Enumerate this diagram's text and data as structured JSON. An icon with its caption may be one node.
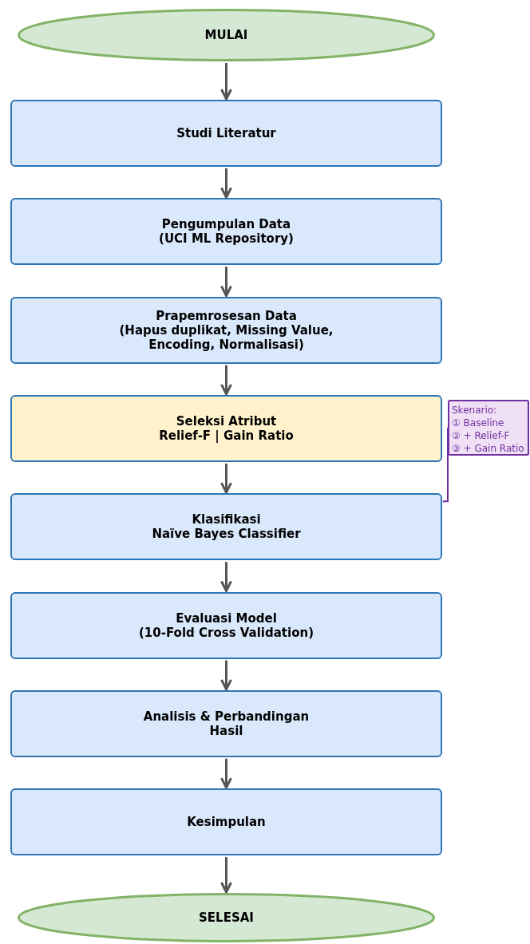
{
  "diagram": {
    "nodes": [
      {
        "text": [
          "MULAI"
        ]
      },
      {
        "text": [
          "Studi Literatur"
        ]
      },
      {
        "text": [
          "Pengumpulan Data",
          "(UCI ML Repository)"
        ]
      },
      {
        "text": [
          "Prapemrosesan Data",
          "(Hapus duplikat, Missing Value, Encoding, Normalisasi)"
        ]
      },
      {
        "text": [
          "Seleksi Atribut",
          "Relief-F | Gain Ratio"
        ]
      },
      {
        "text": [
          "Klasifikasi",
          "Naïve Bayes Classifier"
        ]
      },
      {
        "text": [
          "Evaluasi Model",
          "(10-Fold Cross Validation)"
        ]
      },
      {
        "text": [
          "Analisis & Perbandingan Hasil"
        ]
      },
      {
        "text": [
          "Kesimpulan"
        ]
      },
      {
        "text": [
          "SELESAI"
        ]
      },
      {
        "text": [
          "Skenario:",
          "① Baseline",
          "② + Relief-F",
          "③ + Gain Ratio"
        ]
      }
    ],
    "edges": [
      {
        "from": 0,
        "to": 1,
        "arrow": "to"
      },
      {
        "from": 1,
        "to": 2,
        "arrow": "to"
      },
      {
        "from": 2,
        "to": 3,
        "arrow": "to"
      },
      {
        "from": 3,
        "to": 4,
        "arrow": "to"
      },
      {
        "from": 4,
        "to": 5,
        "arrow": "to"
      },
      {
        "from": 5,
        "to": 6,
        "arrow": "to"
      },
      {
        "from": 6,
        "to": 7,
        "arrow": "to"
      },
      {
        "from": 7,
        "to": 8,
        "arrow": "to"
      },
      {
        "from": 8,
        "to": 9,
        "arrow": "to"
      },
      {
        "from": 10,
        "to": 5,
        "arrow": "none",
        "color": "#7030a0"
      }
    ]
  }
}
